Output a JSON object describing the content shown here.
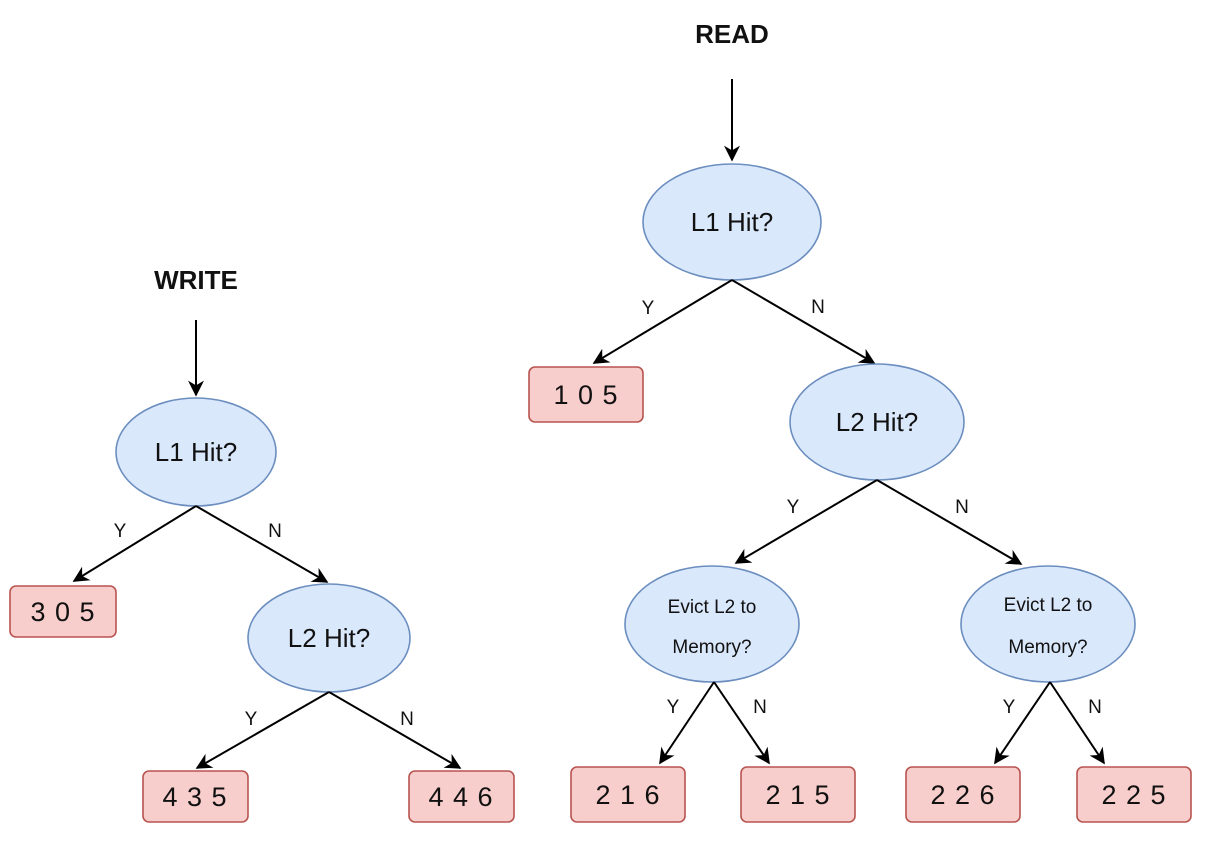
{
  "write": {
    "root_label": "WRITE",
    "l1_decision": "L1 Hit?",
    "l1_yes_edge": "Y",
    "l1_no_edge": "N",
    "l1_hit_result": "3 0 5",
    "l2_decision": "L2 Hit?",
    "l2_yes_edge": "Y",
    "l2_no_edge": "N",
    "l2_hit_result": "4 3 5",
    "l2_miss_result": "4 4 6"
  },
  "read": {
    "root_label": "READ",
    "l1_decision": "L1 Hit?",
    "l1_yes_edge": "Y",
    "l1_no_edge": "N",
    "l1_hit_result": "1 0 5",
    "l2_decision": "L2 Hit?",
    "l2_yes_edge": "Y",
    "l2_no_edge": "N",
    "evict_hit": {
      "line1": "Evict L2 to",
      "line2": "Memory?",
      "yes_edge": "Y",
      "no_edge": "N",
      "yes_result": "2 1 6",
      "no_result": "2 1 5"
    },
    "evict_miss": {
      "line1": "Evict L2 to",
      "line2": "Memory?",
      "yes_edge": "Y",
      "no_edge": "N",
      "yes_result": "2 2 6",
      "no_result": "2 2 5"
    }
  }
}
